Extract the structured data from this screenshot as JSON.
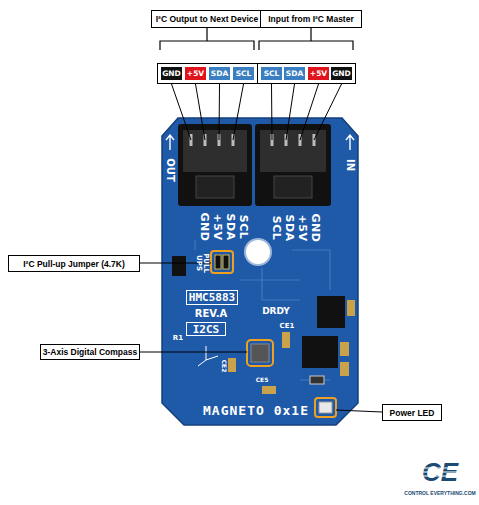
{
  "diagram": {
    "nodes": [
      {
        "text": [
          "I²C Output to Next Device"
        ]
      },
      {
        "text": [
          "Input from I²C Master"
        ]
      },
      {
        "text": [
          "GND"
        ]
      },
      {
        "text": [
          "+5V"
        ]
      },
      {
        "text": [
          "SDA"
        ]
      },
      {
        "text": [
          "SCL"
        ]
      },
      {
        "text": [
          "SCL"
        ]
      },
      {
        "text": [
          "SDA"
        ]
      },
      {
        "text": [
          "+5V"
        ]
      },
      {
        "text": [
          "GND"
        ]
      },
      {
        "text": [
          "OUT",
          "IN",
          "GND",
          "+5V",
          "SDA",
          "SCL",
          "SCL",
          "SDA",
          "+5V",
          "GND",
          "PULL UPS",
          "REV.A",
          "DRDY",
          "R1",
          "CE1",
          "CE2",
          "CE5",
          "MAGNETO 0x1E"
        ]
      },
      {
        "text": [
          "HMC5883"
        ],
        "in": 10
      },
      {
        "text": [
          "I2CS"
        ],
        "in": 10
      },
      {
        "text": [
          "I²C Pull-up Jumper (4.7K)"
        ]
      },
      {
        "text": [
          "3-Axis Digital Compass"
        ]
      },
      {
        "text": [
          "Power LED"
        ]
      }
    ],
    "labels": [
      "CE",
      "CONTROL EVERYTHING.COM"
    ]
  }
}
